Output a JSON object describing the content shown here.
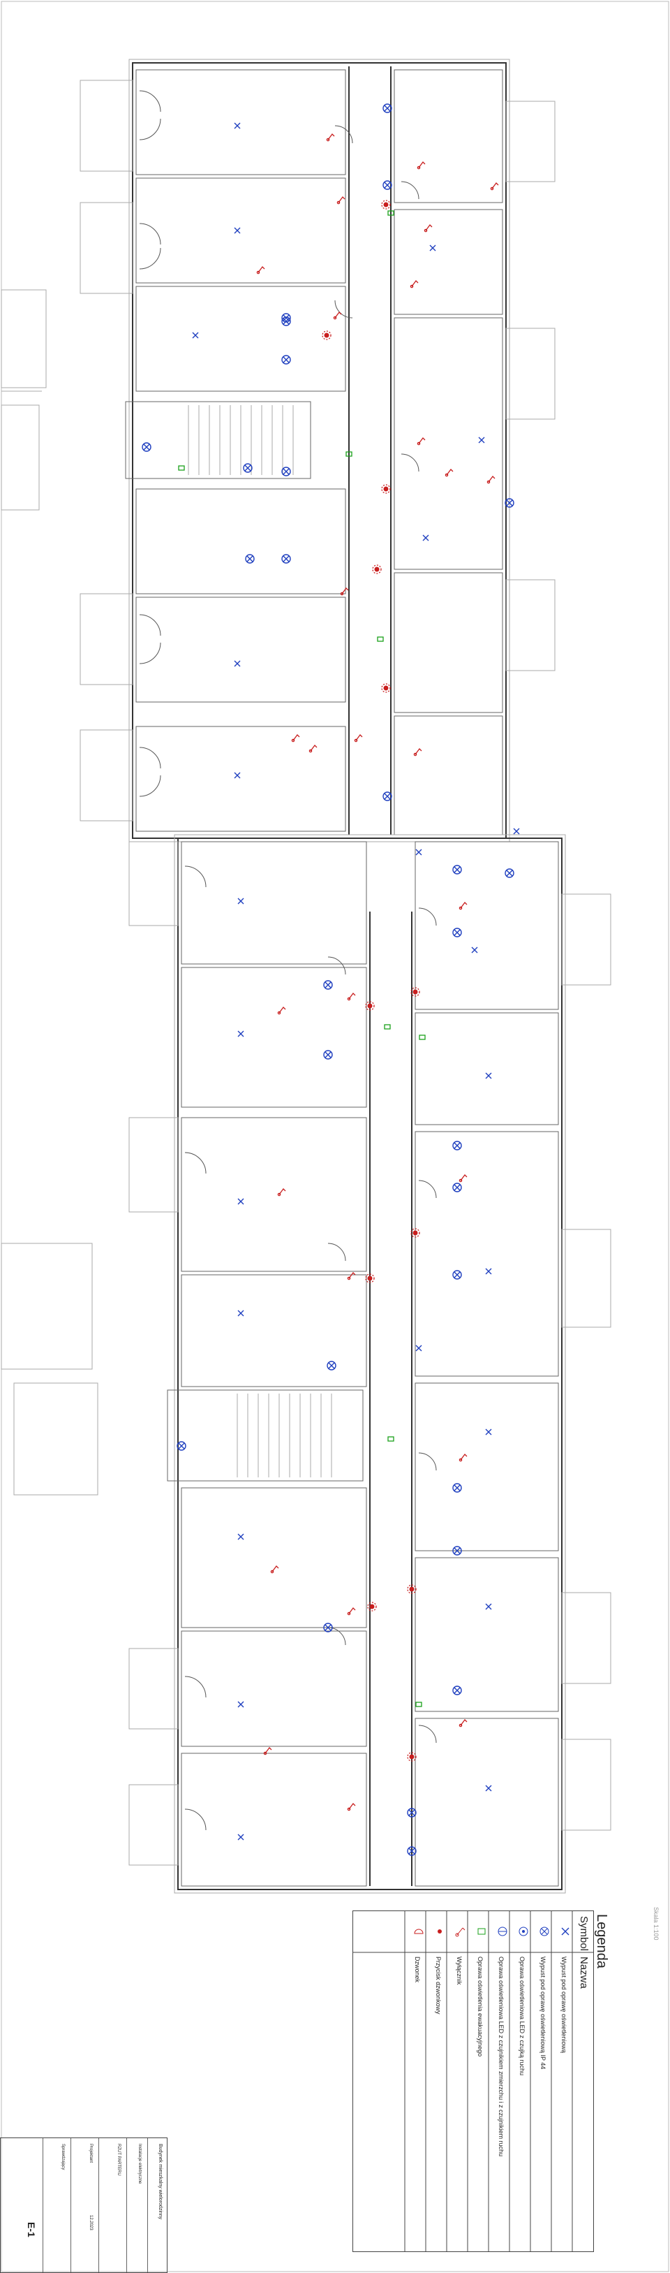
{
  "legend": {
    "title": "Legenda",
    "header_symbol": "Symbol",
    "header_name": "Nazwa",
    "rows": [
      {
        "icon": "ceiling-outlet-cross-icon",
        "name": "Wypust pod oprawę oświetleniową"
      },
      {
        "icon": "ceiling-outlet-ip44-icon",
        "name": "Wypust pod oprawę oświetleniową IP 44"
      },
      {
        "icon": "led-sensor-luminaire-icon",
        "name": "Oprawa oświetleniowa LED z czujką ruchu"
      },
      {
        "icon": "led-luminaire-icon",
        "name": "Oprawa oświetleniowa LED z czujnikiem zmierzchu i z czujnikiem ruchu"
      },
      {
        "icon": "emergency-luminaire-icon",
        "name": "Oprawa oświetlenia ewakuacyjnego"
      },
      {
        "icon": "switch-icon",
        "name": "Wyłącznik"
      },
      {
        "icon": "bell-button-icon",
        "name": "Przycisk dzwonkowy"
      },
      {
        "icon": "bell-icon",
        "name": "Dzwonek"
      }
    ]
  },
  "scale_note": "Skala 1:100",
  "title_block": {
    "sheet_code": "E-1",
    "sheet_title": "RZUT PARTERU",
    "project": "Budynek mieszkalny wielorodzinny",
    "scope": "Instalacje elektryczne",
    "date": "12.2023",
    "designer": "Projektant",
    "checker": "Sprawdzający"
  },
  "colors": {
    "symbol_blue": "#1f3fbf",
    "symbol_red": "#c81e1e",
    "symbol_green": "#1aa01a"
  }
}
